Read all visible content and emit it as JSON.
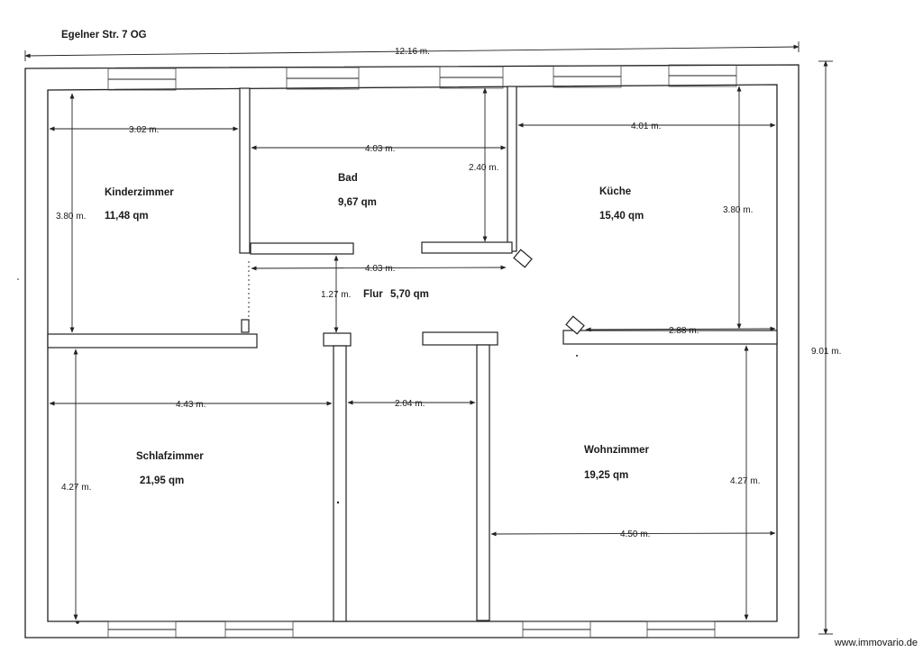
{
  "title": "Egelner Str. 7 OG",
  "overall": {
    "width": "12.16 m.",
    "height": "9.01 m."
  },
  "rooms": {
    "kinderzimmer": {
      "name": "Kinderzimmer",
      "area": "11,48 qm",
      "width": "3.02 m.",
      "height": "3.80 m."
    },
    "bad": {
      "name": "Bad",
      "area": "9,67 qm",
      "width_top": "4.03 m.",
      "width_bottom": "4.03 m.",
      "height": "2.40 m."
    },
    "kueche": {
      "name": "Küche",
      "area": "15,40 qm",
      "width_top": "4.01 m.",
      "height": "3.80 m.",
      "width_bottom": "2.88 m."
    },
    "flur": {
      "name": "Flur",
      "area": "5,70 qm",
      "height": "1.27 m.",
      "width": "2.04 m."
    },
    "schlafzimmer": {
      "name": "Schlafzimmer",
      "area": "21,95 qm",
      "width": "4.43 m.",
      "height": "4.27 m."
    },
    "wohnzimmer": {
      "name": "Wohnzimmer",
      "area": "19,25 qm",
      "width": "4.50 m.",
      "height": "4.27 m."
    }
  },
  "credit": "www.immovario.de"
}
